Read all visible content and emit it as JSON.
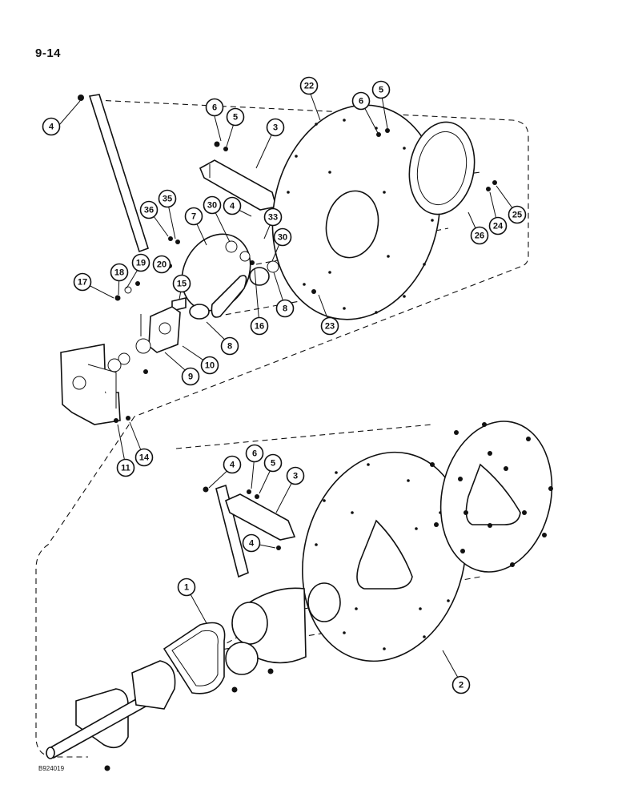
{
  "page_number": "9-14",
  "figure_code": "B924019",
  "callouts": [
    "4",
    "6",
    "5",
    "3",
    "22",
    "6",
    "5",
    "26",
    "24",
    "25",
    "36",
    "35",
    "7",
    "30",
    "4",
    "33",
    "30",
    "20",
    "19",
    "18",
    "17",
    "15",
    "16",
    "8",
    "23",
    "8",
    "9",
    "10",
    "11",
    "14",
    "4",
    "6",
    "5",
    "3",
    "4",
    "1",
    "2"
  ]
}
